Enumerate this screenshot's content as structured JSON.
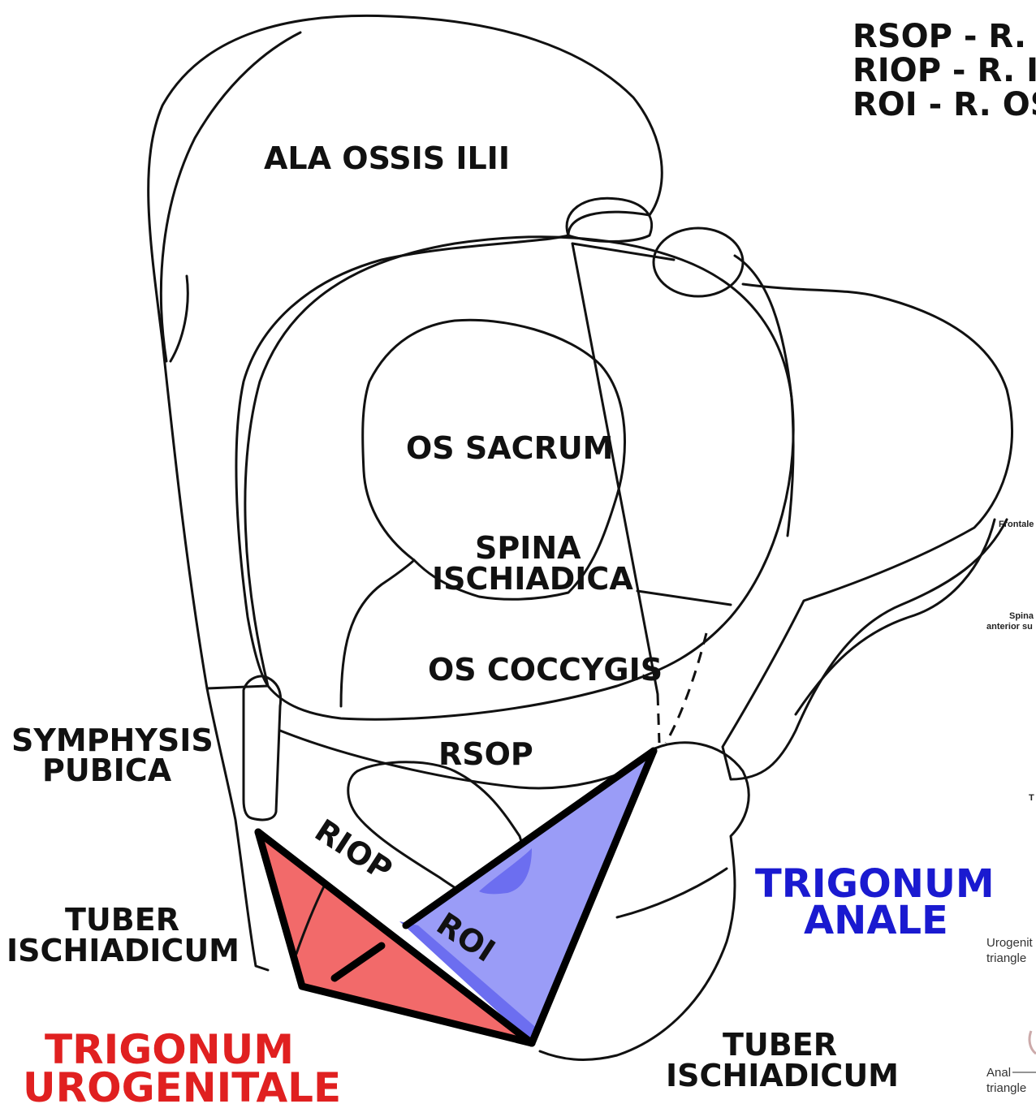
{
  "legend": {
    "line1": "RSOP - R. S",
    "line2": "RIOP - R. II",
    "line3": "ROI - R. OS"
  },
  "labels": {
    "ala": "ALA OSSIS ILII",
    "sacrum": "OS SACRUM",
    "spina1": "SPINA",
    "spina2": "ISCHIADICA",
    "coccygis": "OS COCCYGIS",
    "symphysis1": "SYMPHYSIS",
    "symphysis2": "PUBICA",
    "rsop": "RSOP",
    "riop": "RIOP",
    "roi": "ROI",
    "tuber_left1": "TUBER",
    "tuber_left2": "ISCHIADICUM",
    "tuber_right1": "TUBER",
    "tuber_right2": "ISCHIADICUM",
    "anale1": "TRIGONUM",
    "anale2": "ANALE",
    "urogenitale1": "TRIGONUM",
    "urogenitale2": "UROGENITALE"
  },
  "side_panel": {
    "frontale": "Frontale",
    "spina1": "Spina",
    "spina2": "anterior su",
    "t": "T",
    "urogenital1": "Urogenit",
    "urogenital2": "triangle",
    "anal1": "Anal",
    "anal2": "triangle"
  },
  "colors": {
    "urogenital_fill": "#f26a6a",
    "anal_fill": "#9a9cf7",
    "anal_dark": "#6c6ef0",
    "urogenital_text": "#e02020",
    "anal_text": "#1a1ad0"
  }
}
